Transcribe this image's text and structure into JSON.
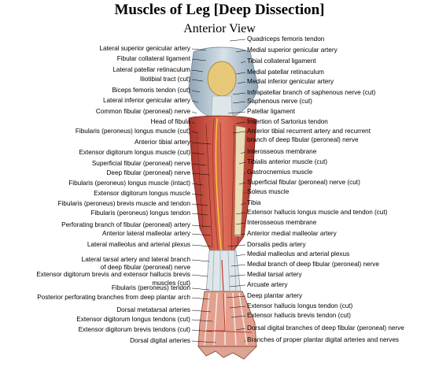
{
  "header": {
    "title": "Muscles of Leg [Deep Dissection]",
    "subtitle": "Anterior View"
  },
  "labels": {
    "left": [
      "Lateral superior genicular artery",
      "Fibular collateral ligament",
      "Lateral patellar retinaculum",
      "Iliotibial tract (cut)",
      "Biceps femoris tendon (cut)",
      "Lateral inferior genicular artery",
      "Common fibular (peroneal) nerve",
      "Head of fibula",
      "Fibularis (peroneus) longus muscle (cut)",
      "Anterior tibial artery",
      "Extensor digitorum longus muscle (cut)",
      "Superficial fibular (peroneal) nerve",
      "Deep fibular (peroneal) nerve",
      "Fibularis (peroneus) longus muscle (intact)",
      "Extensor digitorum longus muscle",
      "Fibularis (peroneus) brevis muscle and tendon",
      "Fibularis (peroneus) longus tendon",
      "Perforating branch of fibular (peroneal) artery",
      "Anterior lateral malleolar artery",
      "Lateral malleolus and arterial plexus",
      "Lateral tarsal artery and lateral branch",
      "of deep fibular (peroneal) nerve",
      "Extensor digitorum brevis and extensor hallucis brevis",
      "muscles (cut)",
      "Fibularis (peroneus) tendon",
      "Posterior perforating branches from deep plantar arch",
      "Dorsal metatarsal arteries",
      "Extensor digitorum longus tendons (cut)",
      "Extensor digitorum brevis tendons (cut)",
      "Dorsal digital arteries"
    ],
    "right": [
      "Quadriceps femoris tendon",
      "Medial superior genicular artery",
      "Tibial collateral ligament",
      "Medial patellar retinaculum",
      "Medial inferior genicular artery",
      "Infrapatellar branch of saphenous nerve (cut)",
      "Saphenous nerve (cut)",
      "Patellar ligament",
      "Insertion of Sartorius tendon",
      "Anterior tibial recurrent artery and recurrent",
      "branch of deep fibular (peroneal) nerve",
      "Interosseous membrane",
      "Tibialis anterior muscle (cut)",
      "Gastrocnemius muscle",
      "Superficial fibular (peroneal) nerve (cut)",
      "Soleus muscle",
      "Tibia",
      "Extensor hallucis longus muscle and tendon (cut)",
      "Interosseous membrane",
      "Anterior medial malleolar artery",
      "Dorsalis pedis artery",
      "Medial malleolus and arterial plexus",
      "Medial branch of deep fibular (peroneal) nerve",
      "Medial tarsal artery",
      "Arcuate artery",
      "Deep plantar artery",
      "Extensor hallucis longus tendon (cut)",
      "Extensor hallucis brevis tendon (cut)",
      "Dorsal digital branches of deep fibular (peroneal) nerve",
      "Branches of proper plantar digital arteries and nerves"
    ]
  },
  "colors": {
    "muscle": "#d8584a",
    "muscle_dark": "#b8382e",
    "tendon": "#dfe6ea",
    "bone": "#e9dcb6",
    "nerve": "#f2d23a",
    "leader": "#000000"
  }
}
